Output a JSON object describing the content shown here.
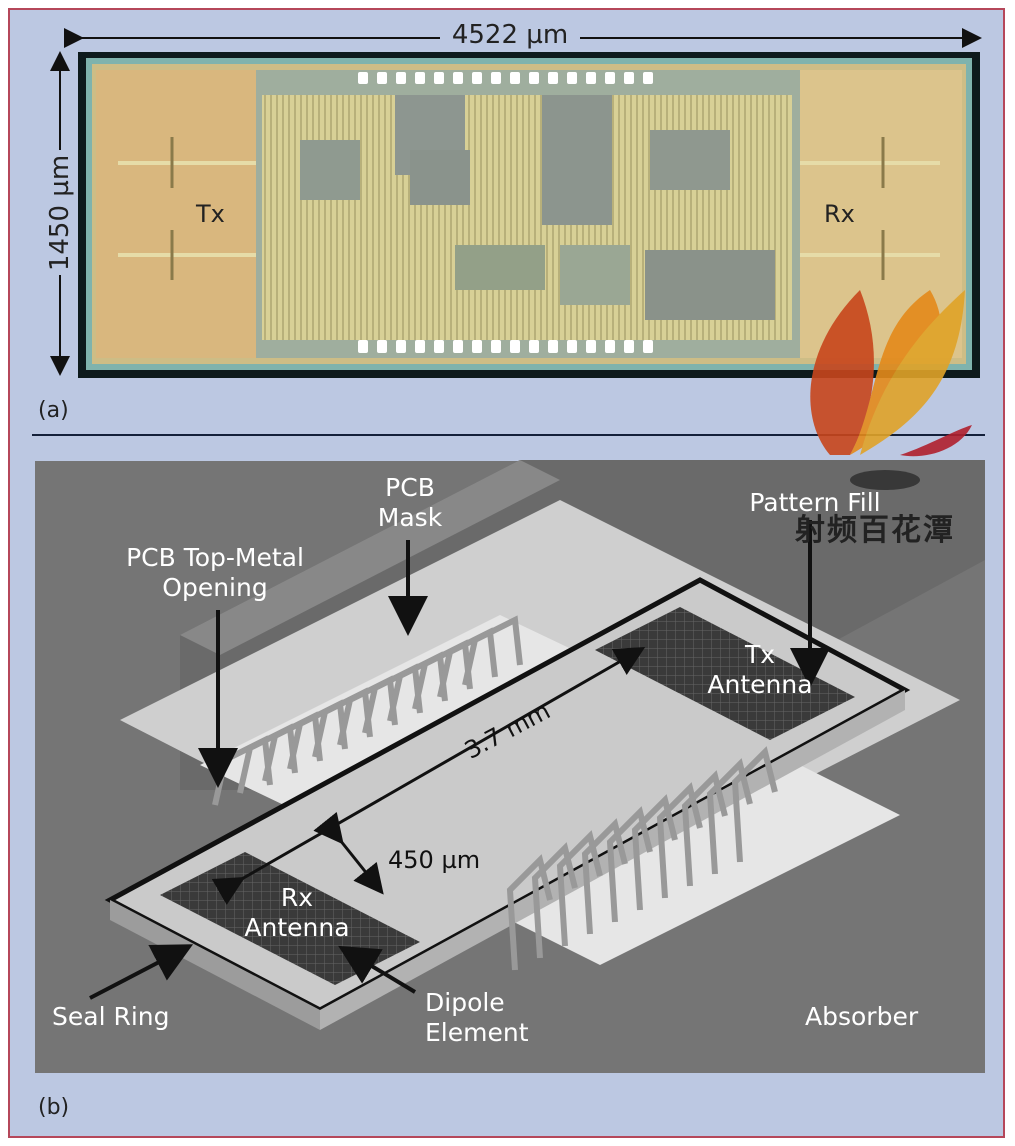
{
  "panel_a": {
    "label": "(a)",
    "width_dimension": "4522 µm",
    "height_dimension": "1450 µm",
    "tx_label": "Tx",
    "rx_label": "Rx",
    "colors": {
      "background": "#bcc8e2",
      "die_gold": "#d9b77e",
      "die_core": "#9aa598",
      "metal": "#e2d89a"
    }
  },
  "panel_b": {
    "label": "(b)",
    "callouts": {
      "pcb_mask": "PCB\nMask",
      "pcb_top_metal_opening": "PCB Top-Metal\nOpening",
      "pattern_fill": "Pattern Fill",
      "tx_antenna": "Tx\nAntenna",
      "rx_antenna": "Rx\nAntenna",
      "seal_ring": "Seal Ring",
      "dipole_element": "Dipole\nElement",
      "absorber": "Absorber"
    },
    "dimensions": {
      "chip_length": "3.7 mm",
      "antenna_spacing": "450 µm"
    },
    "colors": {
      "absorber": "#757575",
      "substrate": "#cfcfcf",
      "grid": "#3c3c3c"
    }
  },
  "watermark": {
    "text": "射频百花潭"
  }
}
